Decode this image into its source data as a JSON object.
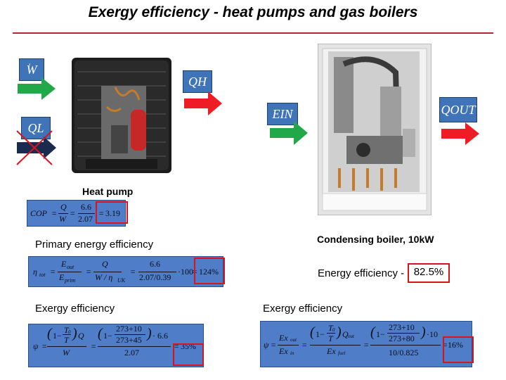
{
  "title": "Exergy efficiency - heat pumps and gas boilers",
  "symbols": {
    "w": "W",
    "ql": "QL",
    "qh": "QH",
    "ein": "EIN",
    "qout": "QOUT"
  },
  "heat_pump": {
    "caption": "Heat pump",
    "cop": {
      "lhs": "COP",
      "num": "Q",
      "den": "W",
      "num_val": "6.6",
      "den_val": "2.07",
      "result": "3.19"
    },
    "primary_label": "Primary energy efficiency",
    "primary": {
      "lhs": "η",
      "num1": "E",
      "den1": "E",
      "num2": "Q",
      "den2": "W / η",
      "num3": "6.6",
      "den3": "2.07/0.39",
      "tail": "·100",
      "result": "124%"
    },
    "exergy_label": "Exergy efficiency",
    "exergy": {
      "lhs": "ψ",
      "t0": "T",
      "t": "T",
      "q": "Q",
      "w": "W",
      "n1": "273+10",
      "d1": "273+45",
      "mult": "· 6.6",
      "den": "2.07",
      "result": "35%"
    }
  },
  "boiler": {
    "caption": "Condensing boiler, 10kW",
    "energy_label": "Energy efficiency",
    "energy_value": "82.5%",
    "exergy_label": "Exergy efficiency",
    "exergy": {
      "lhs": "ψ",
      "exout": "Ex",
      "exin": "Ex",
      "t0": "T",
      "t": "T",
      "qout": "Q",
      "exfuel": "Ex",
      "n1": "273+10",
      "d1": "273+80",
      "mult": "·10",
      "den": "10/0.825",
      "result": "16%"
    }
  },
  "colors": {
    "green": "#22a849",
    "red": "#ee1c24",
    "navy": "#1b2a4f",
    "blue": "#4f7dc7",
    "highlight": "#d9141e"
  }
}
